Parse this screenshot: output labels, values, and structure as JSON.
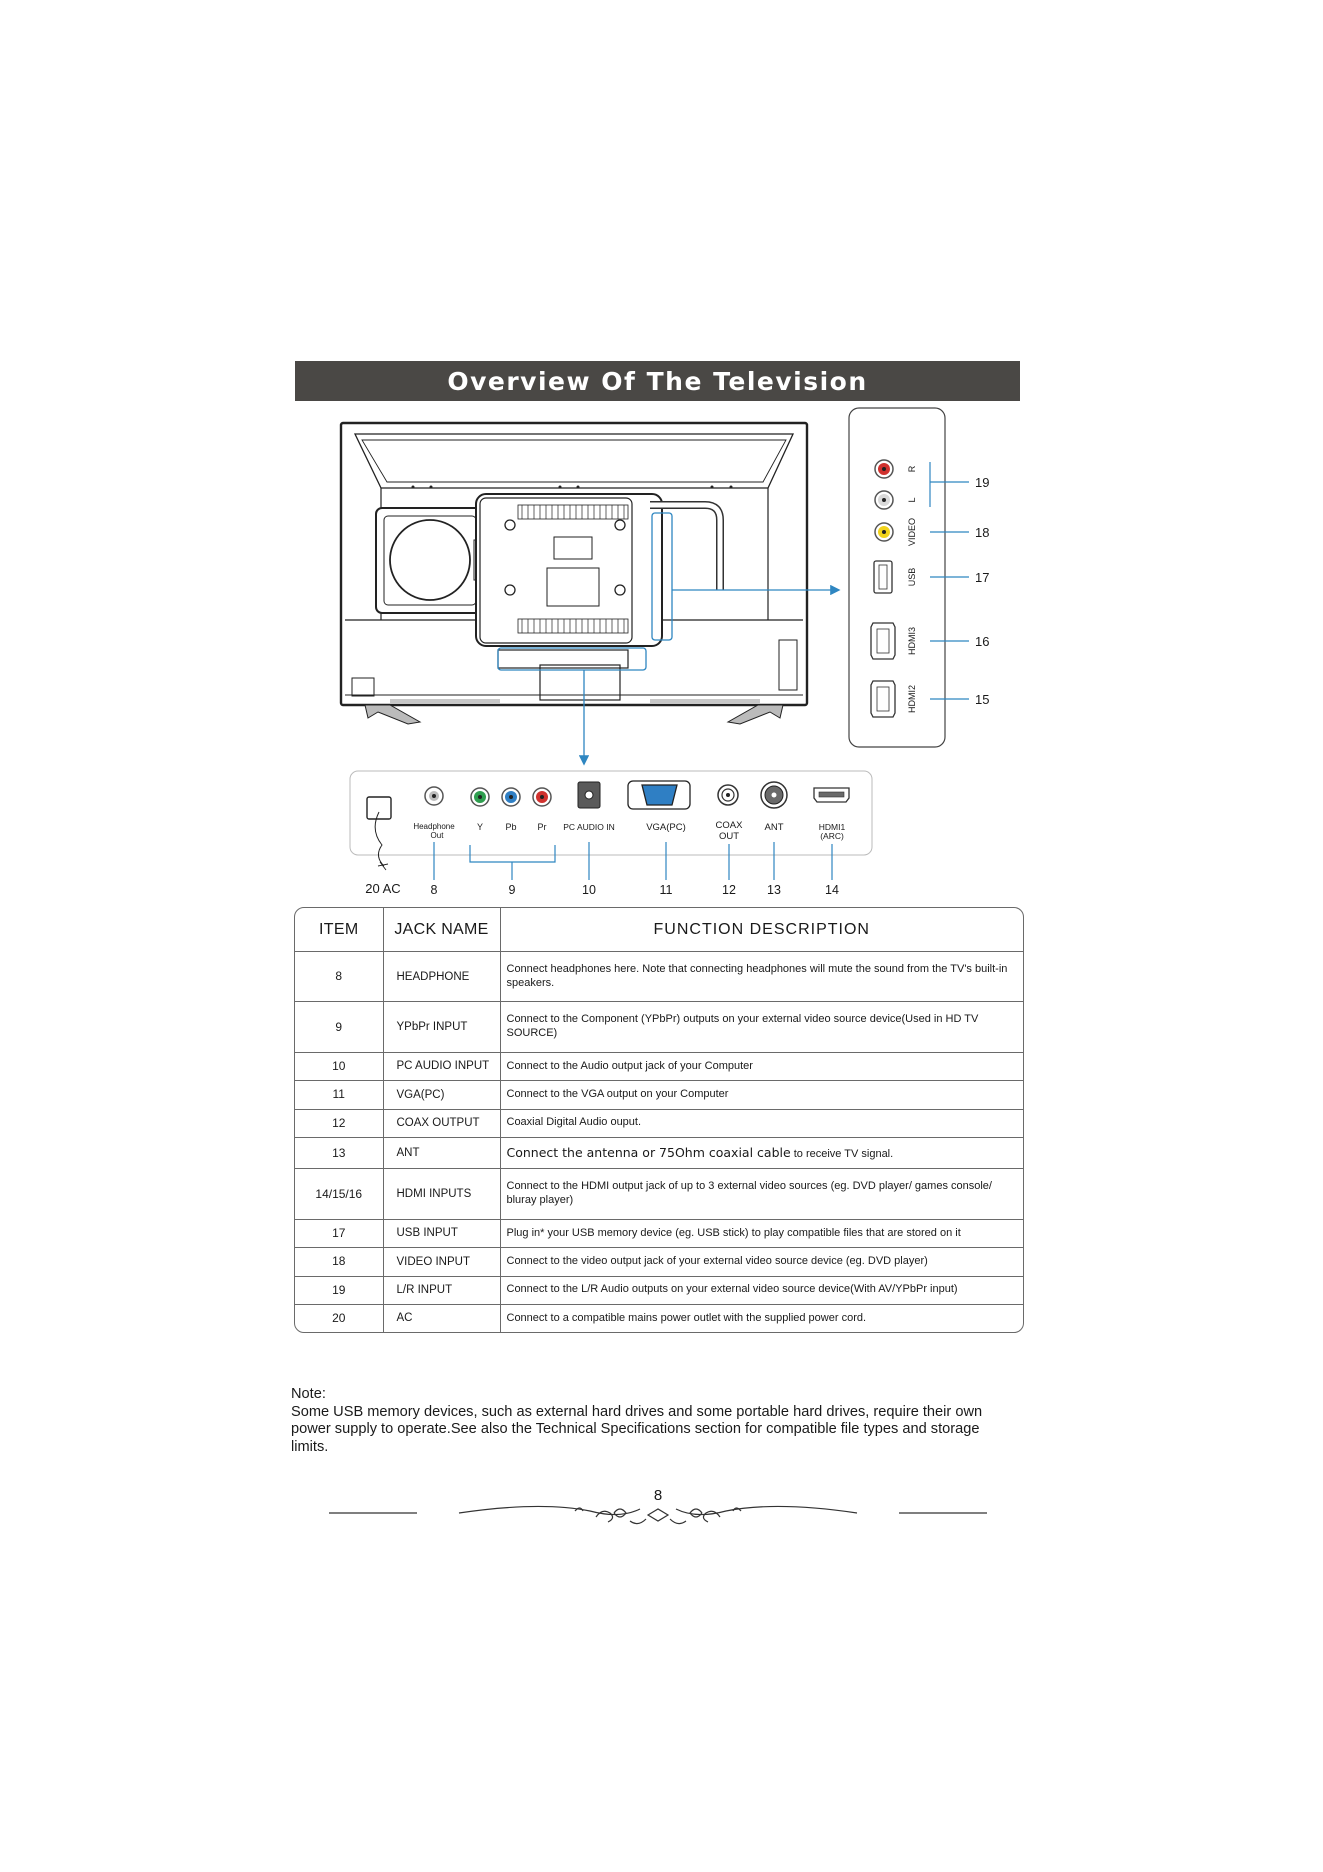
{
  "title": "Overview Of The Television",
  "side_panel": {
    "labels": [
      {
        "id": "r",
        "text": "R"
      },
      {
        "id": "l",
        "text": "L"
      },
      {
        "id": "video",
        "text": "VIDEO"
      },
      {
        "id": "usb",
        "text": "USB"
      },
      {
        "id": "hdmi3",
        "text": "HDMI3"
      },
      {
        "id": "hdmi2",
        "text": "HDMI2"
      }
    ],
    "callouts": [
      "19",
      "18",
      "17",
      "16",
      "15"
    ]
  },
  "bottom_panel": {
    "labels": {
      "headphone_line1": "Headphone",
      "headphone_line2": "Out",
      "y": "Y",
      "pb": "Pb",
      "pr": "Pr",
      "pc_audio_in": "PC AUDIO IN",
      "vga_pc": "VGA(PC)",
      "coax_line1": "COAX",
      "coax_line2": "OUT",
      "ant": "ANT",
      "hdmi1_line1": "HDMI1",
      "hdmi1_line2": "(ARC)"
    },
    "callouts": {
      "ac": "20 AC",
      "n8": "8",
      "n9": "9",
      "n10": "10",
      "n11": "11",
      "n12": "12",
      "n13": "13",
      "n14": "14"
    }
  },
  "table": {
    "headers": {
      "item": "ITEM",
      "jack": "JACK NAME",
      "func": "FUNCTION DESCRIPTION"
    },
    "rows": [
      {
        "item": "8",
        "jack": "HEADPHONE",
        "desc": "Connect headphones here. Note that connecting headphones will mute the sound from the TV's built-in speakers."
      },
      {
        "item": "9",
        "jack": "YPbPr INPUT",
        "desc": "Connect to the Component (YPbPr) outputs on your external video source device(Used in HD TV SOURCE)"
      },
      {
        "item": "10",
        "jack": "PC AUDIO INPUT",
        "desc": "Connect to the Audio output jack of your Computer"
      },
      {
        "item": "11",
        "jack": "VGA(PC)",
        "desc": "Connect to the VGA output on your Computer"
      },
      {
        "item": "12",
        "jack": "COAX OUTPUT",
        "desc": "Coaxial Digital Audio ouput."
      },
      {
        "item": "13",
        "jack": "ANT",
        "desc_a": "Connect the antenna or 75Ohm coaxial cable",
        "desc_b": " to receive TV signal."
      },
      {
        "item": "14/15/16",
        "jack": "HDMI INPUTS",
        "desc": "Connect to the HDMI output jack of up to 3 external video sources (eg. DVD player/ games console/ bluray player)"
      },
      {
        "item": "17",
        "jack": "USB INPUT",
        "desc": "Plug in* your USB memory device (eg. USB stick) to play compatible files that are stored on it"
      },
      {
        "item": "18",
        "jack": "VIDEO  INPUT",
        "desc": "Connect to the video output jack of your external video source device (eg. DVD player)"
      },
      {
        "item": "19",
        "jack": "L/R INPUT",
        "desc": "Connect to the L/R Audio outputs on your external video source device(With AV/YPbPr input)"
      },
      {
        "item": "20",
        "jack": "AC",
        "desc": "Connect to a compatible mains power outlet with the supplied power cord."
      }
    ]
  },
  "note": {
    "heading": "Note:",
    "body": "Some USB memory devices, such as external hard drives and some portable hard drives, require their own\npower supply to operate.See also the Technical Specifications section for compatible file types and storage\n limits."
  },
  "page_number": "8",
  "colors": {
    "title_bg": "#4a4845",
    "callout_line": "#2e86c1",
    "jack_red": "#d0322f",
    "jack_yellow": "#f2d31b",
    "jack_green": "#2f9e4f",
    "jack_blue": "#2f7fc4"
  }
}
